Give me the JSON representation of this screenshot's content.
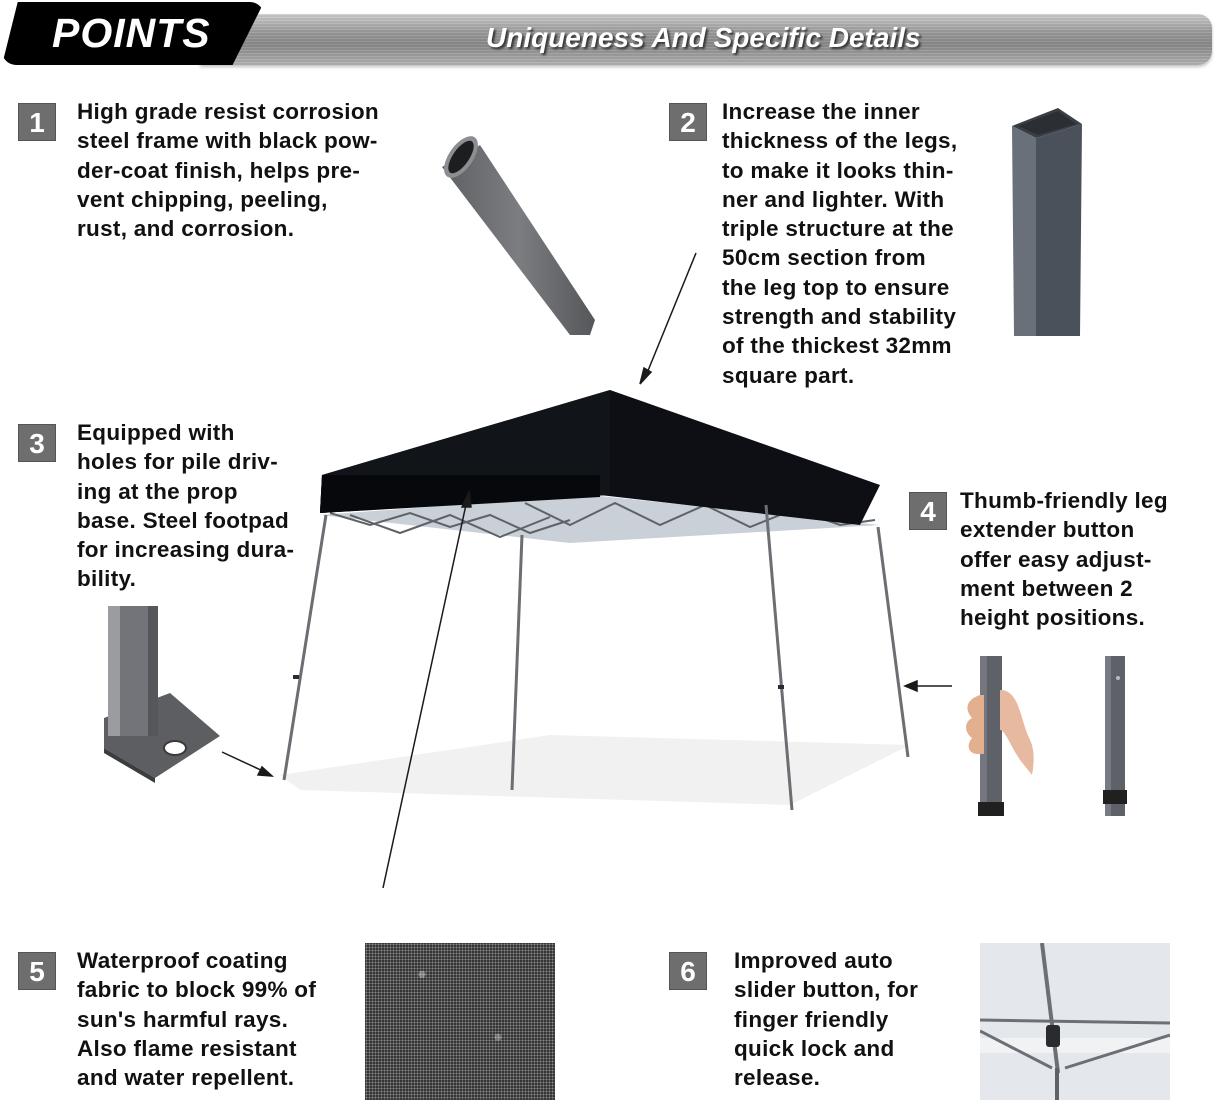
{
  "header": {
    "title": "POINTS",
    "subtitle": "Uniqueness And Specific Details"
  },
  "features": [
    {
      "number": "1",
      "text": "High grade resist corrosion\nsteel frame with black pow-\nder-coat finish, helps pre-\nvent chipping, peeling,\nrust, and corrosion.",
      "image": "oval-steel-tube"
    },
    {
      "number": "2",
      "text": "Increase the inner\nthickness of the legs,\nto make it looks thin-\nner and lighter. With\ntriple structure at the\n50cm section from\nthe leg top to ensure\nstrength and stability\nof the thickest 32mm\nsquare part.",
      "image": "square-steel-leg"
    },
    {
      "number": "3",
      "text": "Equipped with\nholes for pile driv-\ning at the prop\nbase. Steel footpad\nfor increasing dura-\nbility.",
      "image": "steel-footpad"
    },
    {
      "number": "4",
      "text": "Thumb-friendly leg\nextender button\noffer easy adjust-\nment between 2\nheight positions.",
      "image": "leg-extender-button"
    },
    {
      "number": "5",
      "text": "Waterproof coating\nfabric to block 99% of\nsun's harmful rays.\nAlso flame resistant\nand water repellent.",
      "image": "waterproof-fabric"
    },
    {
      "number": "6",
      "text": "Improved auto\nslider button, for\nfinger friendly\nquick lock and\nrelease.",
      "image": "auto-slider-button"
    }
  ],
  "product": {
    "image": "black-canopy-tent",
    "canopy_color": "#0d0f14",
    "frame_color": "#6b6e72"
  },
  "colors": {
    "badge": "#6e6e6e",
    "banner_black": "#000000",
    "banner_gray": "#9c9c9c",
    "text": "#111111"
  }
}
